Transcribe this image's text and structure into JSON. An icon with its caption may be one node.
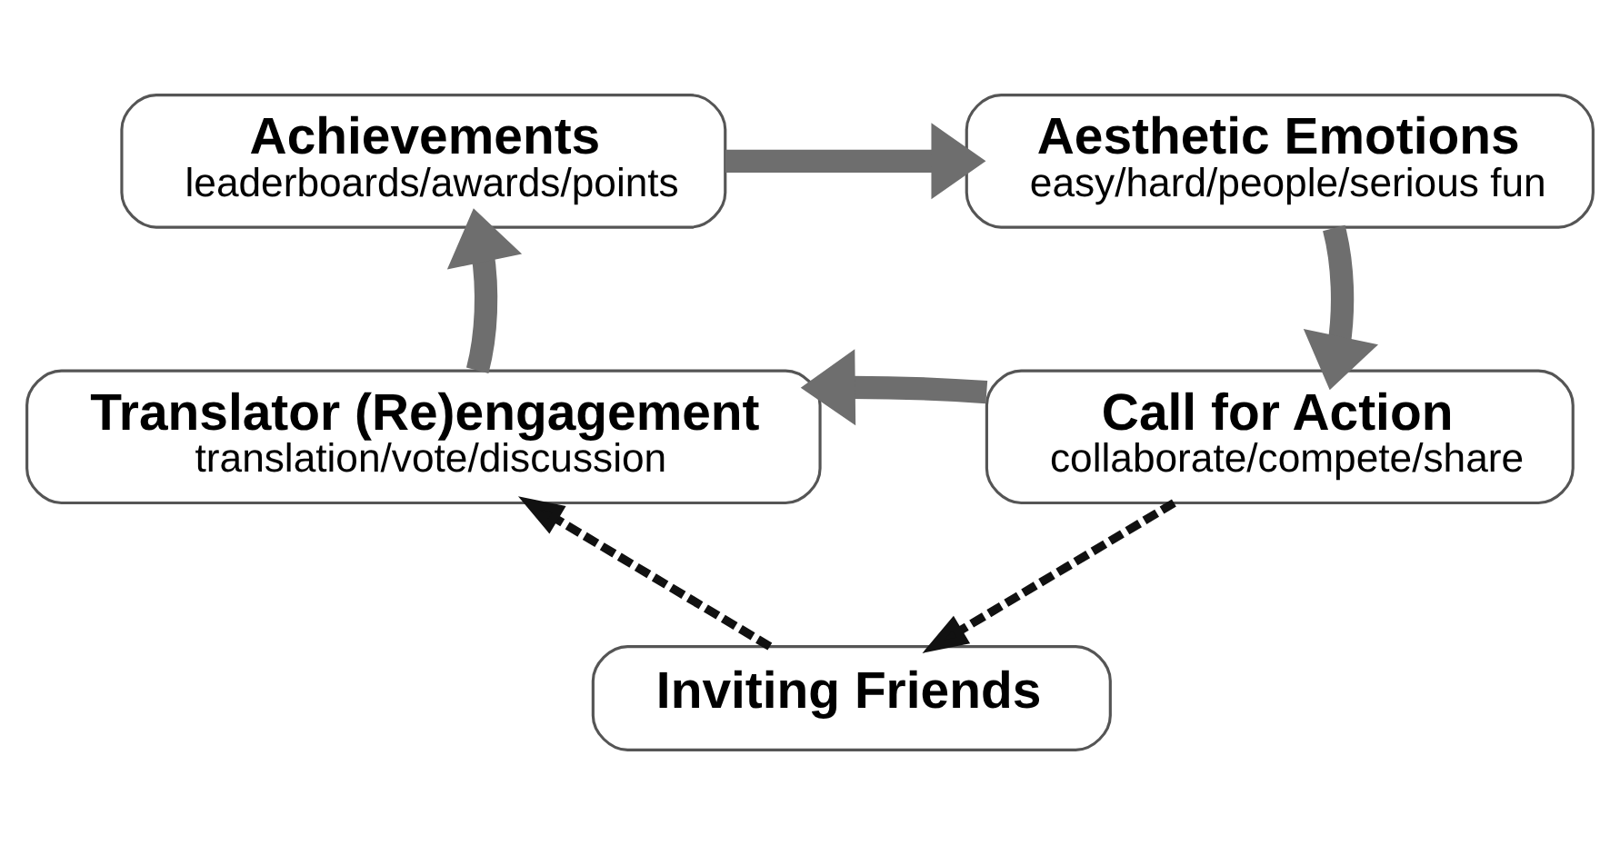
{
  "diagram": {
    "nodes": [
      {
        "text": [
          "Achievements",
          "leaderboards/awards/points"
        ]
      },
      {
        "text": [
          "Aesthetic Emotions",
          "easy/hard/people/serious fun"
        ]
      },
      {
        "text": [
          "Translator (Re)engagement",
          "translation/vote/discussion"
        ]
      },
      {
        "text": [
          "Call for Action",
          "collaborate/compete/share"
        ]
      },
      {
        "text": [
          "Inviting Friends"
        ]
      }
    ],
    "edges": [
      {
        "from": 0,
        "to": 1,
        "arrow": "to"
      },
      {
        "from": 1,
        "to": 3,
        "arrow": "to"
      },
      {
        "from": 3,
        "to": 2,
        "arrow": "to"
      },
      {
        "from": 2,
        "to": 0,
        "arrow": "to"
      },
      {
        "from": 3,
        "to": 4,
        "arrow": "to",
        "style": "dashed",
        "color": "#111111"
      },
      {
        "from": 4,
        "to": 2,
        "arrow": "to",
        "style": "dashed",
        "color": "#111111"
      }
    ]
  }
}
